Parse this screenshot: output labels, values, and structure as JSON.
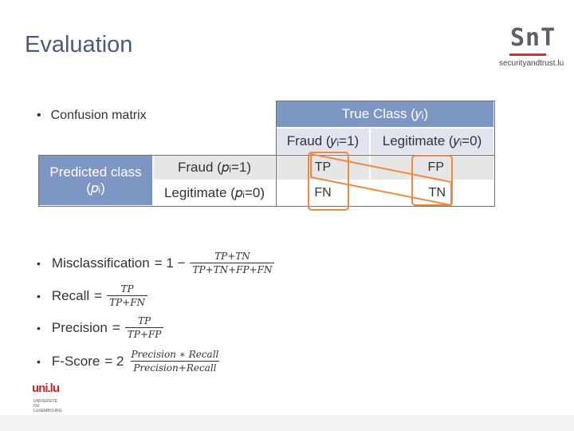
{
  "slide": {
    "title": "Evaluation",
    "bullet_top": "Confusion matrix"
  },
  "logo": {
    "main": "SnT",
    "sub": "securityandtrust.lu"
  },
  "matrix": {
    "true_class_header": "True Class (𝑦ᵢ)",
    "col_fraud": "Fraud (𝑦ᵢ=1)",
    "col_legit": "Legitimate (𝑦ᵢ=0)",
    "pred_header": "Predicted class (𝑝ᵢ)",
    "row_fraud": "Fraud (𝑝ᵢ=1)",
    "row_legit": "Legitimate (𝑝ᵢ=0)",
    "tp": "TP",
    "fp": "FP",
    "fn": "FN",
    "tn": "TN"
  },
  "formulas": {
    "misclassification": {
      "label": "Misclassification",
      "eq": "= 1 −",
      "num": "TP+TN",
      "den": "TP+TN+FP+FN"
    },
    "recall": {
      "label": "Recall",
      "eq": "=",
      "num": "TP",
      "den": "TP+FN"
    },
    "precision": {
      "label": "Precision",
      "eq": "=",
      "num": "TP",
      "den": "TP+FP"
    },
    "fscore": {
      "label": "F-Score",
      "eq": "= 2",
      "num": "Precision ∗ Recall",
      "den": "Precision+Recall"
    }
  },
  "footer": {
    "uni_main": "uni.lu",
    "uni_sub": "UNIVERSITÉ DU LUXEMBOURG"
  },
  "colors": {
    "header_blue": "#7e96c4",
    "highlight_orange": "#ef8a3d"
  }
}
